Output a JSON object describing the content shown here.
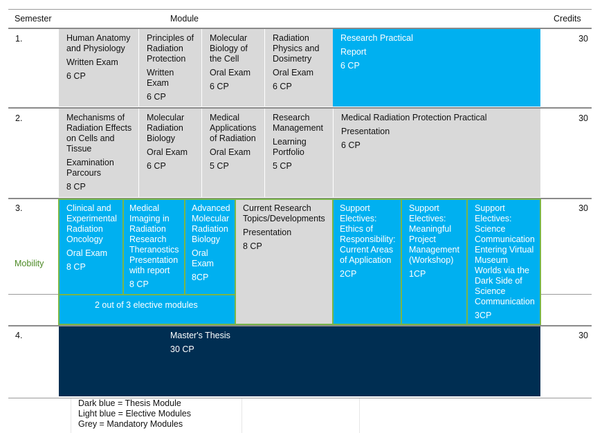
{
  "header": {
    "semester": "Semester",
    "module": "Module",
    "credits": "Credits"
  },
  "colors": {
    "grey": "#d9d9d9",
    "light_blue": "#00b0f0",
    "dark_blue": "#002e52",
    "mobility_green": "#4d8a26",
    "frame_green": "#7ab648"
  },
  "semesters": [
    {
      "number": "1.",
      "credits": "30"
    },
    {
      "number": "2.",
      "credits": "30"
    },
    {
      "number": "3.",
      "credits": "30"
    },
    {
      "number": "4.",
      "credits": "30"
    }
  ],
  "mobility_label": "Mobility",
  "sem1": {
    "m1": {
      "lines": [
        "Human Anatomy",
        "and Physiology"
      ],
      "exam": "Written Exam",
      "cp": "6 CP"
    },
    "m2": {
      "lines": [
        "Principles of",
        "Radiation",
        "Protection"
      ],
      "exam": [
        "Written",
        "Exam"
      ],
      "cp": "6 CP"
    },
    "m3": {
      "lines": [
        "Molecular",
        "Biology of",
        "the Cell"
      ],
      "exam": "Oral Exam",
      "cp": "6 CP"
    },
    "m4": {
      "lines": [
        "Radiation",
        "Physics and",
        "Dosimetry"
      ],
      "exam": "Oral Exam",
      "cp": "6 CP"
    },
    "m5": {
      "title": "Research Practical",
      "exam": "Report",
      "cp": "6 CP"
    }
  },
  "sem2": {
    "m1": {
      "lines": [
        "Mechanisms of",
        "Radiation Effects",
        "on Cells and",
        "Tissue"
      ],
      "exam": [
        "Examination",
        "Parcours"
      ],
      "cp": "8 CP"
    },
    "m2": {
      "lines": [
        "Molecular",
        "Radiation",
        "Biology"
      ],
      "exam": "Oral Exam",
      "cp": "6 CP"
    },
    "m3": {
      "lines": [
        "Medical",
        "Applications",
        "of Radiation"
      ],
      "exam": "Oral Exam",
      "cp": "5 CP"
    },
    "m4": {
      "lines": [
        "Research",
        "Management"
      ],
      "exam": [
        "Learning",
        "Portfolio"
      ],
      "cp": "5 CP"
    },
    "m5": {
      "title": "Medical Radiation Protection Practical",
      "exam": "Presentation",
      "cp": "6 CP"
    }
  },
  "sem3": {
    "e1": {
      "lines": [
        "Clinical and",
        "Experimental",
        "Radiation",
        "Oncology"
      ],
      "exam": "Oral Exam",
      "cp": "8 CP"
    },
    "e2": {
      "lines": [
        "Medical",
        "Imaging in",
        "Radiation",
        "Research",
        "Theranostics",
        "Presentation",
        "with report"
      ],
      "cp": "8 CP"
    },
    "e3": {
      "lines": [
        "Advanced",
        "Molecular",
        "Radiation",
        "Biology"
      ],
      "exam": [
        "Oral",
        "Exam"
      ],
      "cp": "8CP"
    },
    "elective_note": "2 out of 3 elective modules",
    "m4": {
      "lines": [
        "Current Research",
        "Topics/Developments"
      ],
      "exam": "Presentation",
      "cp": "8 CP"
    },
    "s1": {
      "lines": [
        "Support",
        "Electives:",
        "Ethics of",
        "Responsibility:",
        "Current Areas",
        "of Application"
      ],
      "cp": "2CP"
    },
    "s2": {
      "lines": [
        "Support",
        "Electives:",
        "Meaningful",
        "Project",
        "Management",
        "(Workshop)"
      ],
      "cp": "1CP"
    },
    "s3": {
      "lines": [
        "Support",
        "Electives:",
        "Science",
        "Communication",
        "Entering Virtual",
        "Museum",
        "Worlds via the",
        "Dark Side of",
        "Science",
        "Communication"
      ],
      "cp": "3CP"
    }
  },
  "sem4": {
    "title": "Master's Thesis",
    "cp": "30 CP"
  },
  "legend": [
    "Dark blue = Thesis Module",
    "Light blue = Elective Modules",
    "Grey = Mandatory Modules"
  ]
}
